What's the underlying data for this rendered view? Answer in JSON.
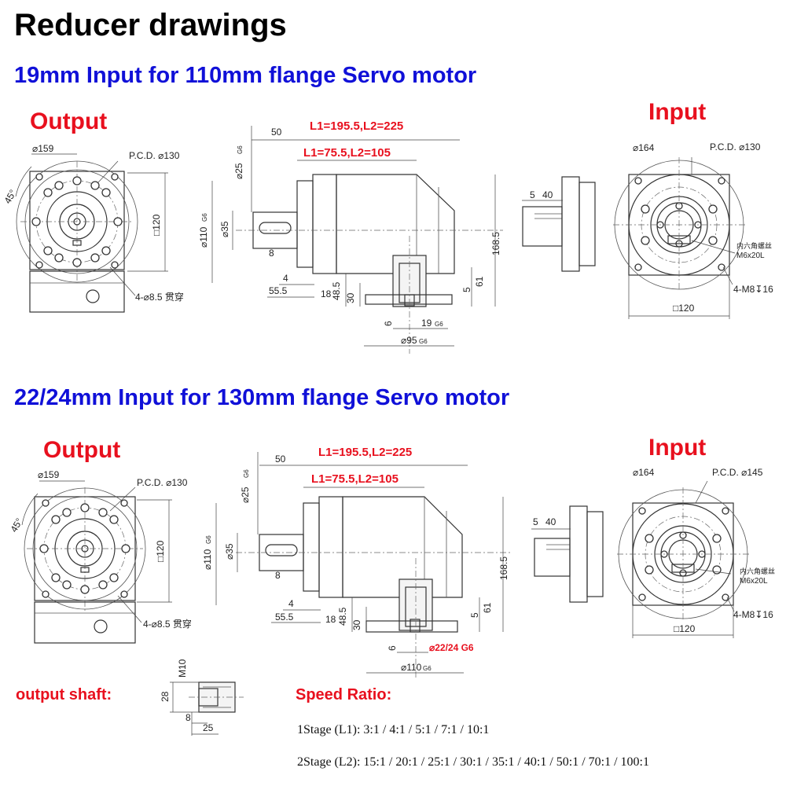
{
  "title": "Reducer drawings",
  "section1": {
    "heading": "19mm Input for 110mm flange Servo motor",
    "output_label": "Output",
    "input_label": "Input",
    "l_full": "L1=195.5,L2=225",
    "l_short": "L1=75.5,L2=105",
    "output": {
      "dia": "⌀159",
      "pcd": "P.C.D. ⌀130",
      "angle": "45°",
      "square": "□120",
      "holes": "4-⌀8.5 贯穿"
    },
    "side": {
      "d50": "50",
      "d25": "⌀25",
      "g6a": "G6",
      "d35": "⌀35",
      "d110": "⌀110",
      "g6b": "G6",
      "d8": "8",
      "d4": "4",
      "d555": "55.5",
      "d18": "18",
      "d485": "48.5",
      "d30": "30",
      "d1685": "168.5",
      "d5": "5",
      "d61": "61",
      "d6": "6",
      "d19": "19",
      "g6c": "G6",
      "d95": "⌀95",
      "g6d": "G6"
    },
    "input": {
      "dia": "⌀164",
      "pcd": "P.C.D. ⌀130",
      "d5": "5",
      "d40": "40",
      "screw1": "内六角螺丝",
      "screw2": "M6x20L",
      "tap": "4-M8↧16",
      "square": "□120"
    }
  },
  "section2": {
    "heading": "22/24mm Input for 130mm flange Servo motor",
    "output_label": "Output",
    "input_label": "Input",
    "l_full": "L1=195.5,L2=225",
    "l_short": "L1=75.5,L2=105",
    "output": {
      "dia": "⌀159",
      "pcd": "P.C.D. ⌀130",
      "angle": "45°",
      "square": "□120",
      "holes": "4-⌀8.5 贯穿"
    },
    "side": {
      "d50": "50",
      "d25": "⌀25",
      "g6a": "G6",
      "d35": "⌀35",
      "d110": "⌀110",
      "g6b": "G6",
      "d8": "8",
      "d4": "4",
      "d555": "55.5",
      "d18": "18",
      "d485": "48.5",
      "d30": "30",
      "d1685": "168.5",
      "d5": "5",
      "d61": "61",
      "d6": "6",
      "bore": "⌀22/24 G6",
      "d110b": "⌀110",
      "g6d": "G6"
    },
    "input": {
      "dia": "⌀164",
      "pcd": "P.C.D. ⌀145",
      "d5": "5",
      "d40": "40",
      "screw1": "内六角螺丝",
      "screw2": "M6x20L",
      "tap": "4-M8↧16",
      "square": "□120"
    }
  },
  "shaft": {
    "label": "output shaft:",
    "m10": "M10",
    "d28": "28",
    "d8": "8",
    "d25": "25"
  },
  "speed": {
    "label": "Speed Ratio:",
    "stage1": "1Stage (L1): 3:1 / 4:1 / 5:1 / 7:1 / 10:1",
    "stage2": "2Stage (L2): 15:1 / 20:1 / 25:1 / 30:1 / 35:1 / 40:1 / 50:1 / 70:1 / 100:1"
  }
}
